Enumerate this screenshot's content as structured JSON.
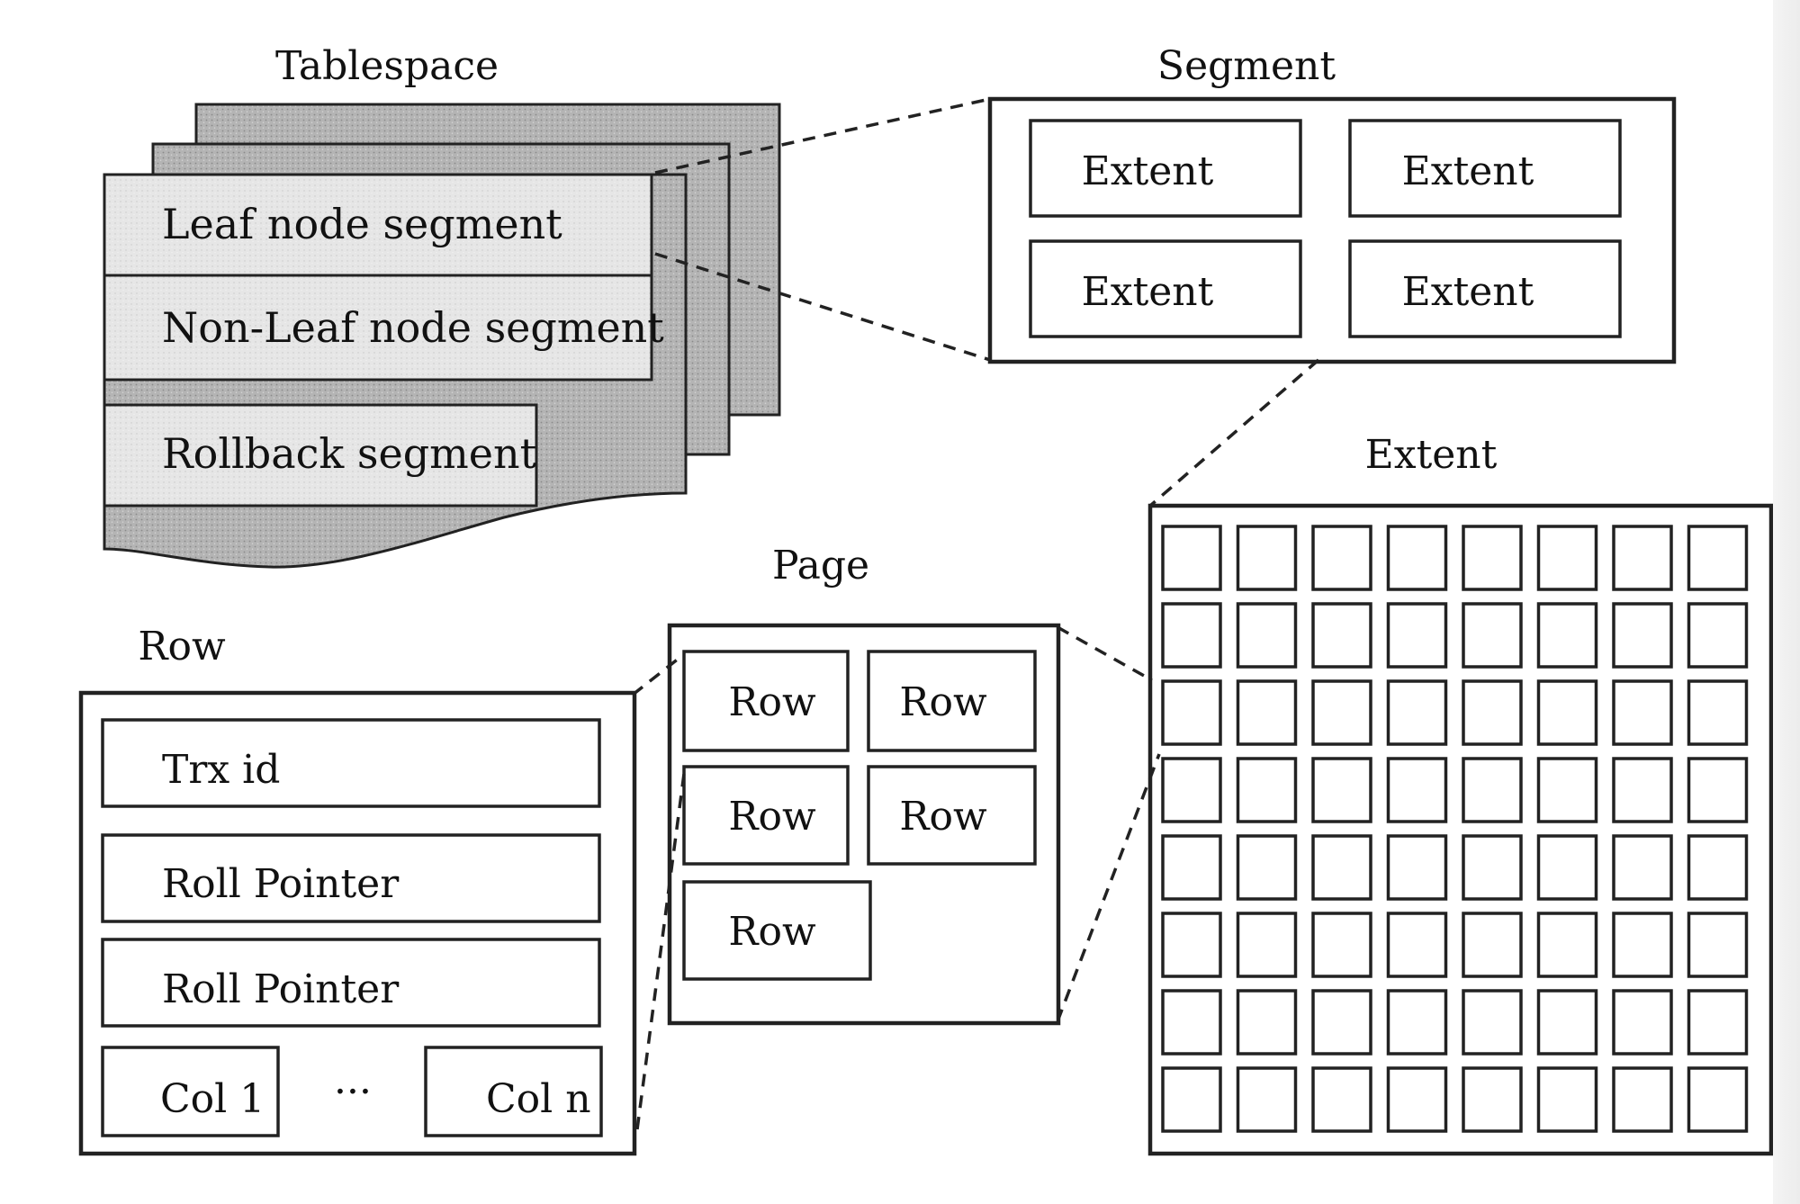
{
  "tablespace": {
    "title": "Tablespace",
    "segments": [
      "Leaf node segment",
      "Non-Leaf node segment",
      "Rollback segment"
    ]
  },
  "segment": {
    "title": "Segment",
    "extents": [
      "Extent",
      "Extent",
      "Extent",
      "Extent"
    ]
  },
  "extent": {
    "title": "Extent",
    "grid_rows": 8,
    "grid_cols": 8
  },
  "page": {
    "title": "Page",
    "rows": [
      "Row",
      "Row",
      "Row",
      "Row",
      "Row"
    ]
  },
  "row": {
    "title": "Row",
    "fields": [
      "Trx id",
      "Roll Pointer",
      "Roll Pointer"
    ],
    "col_first": "Col 1",
    "ellipsis": "···",
    "col_last": "Col n"
  },
  "colors": {
    "stack_fill": "#b4b4b4",
    "front_fill": "#e6e6e6",
    "stroke": "#222222"
  }
}
